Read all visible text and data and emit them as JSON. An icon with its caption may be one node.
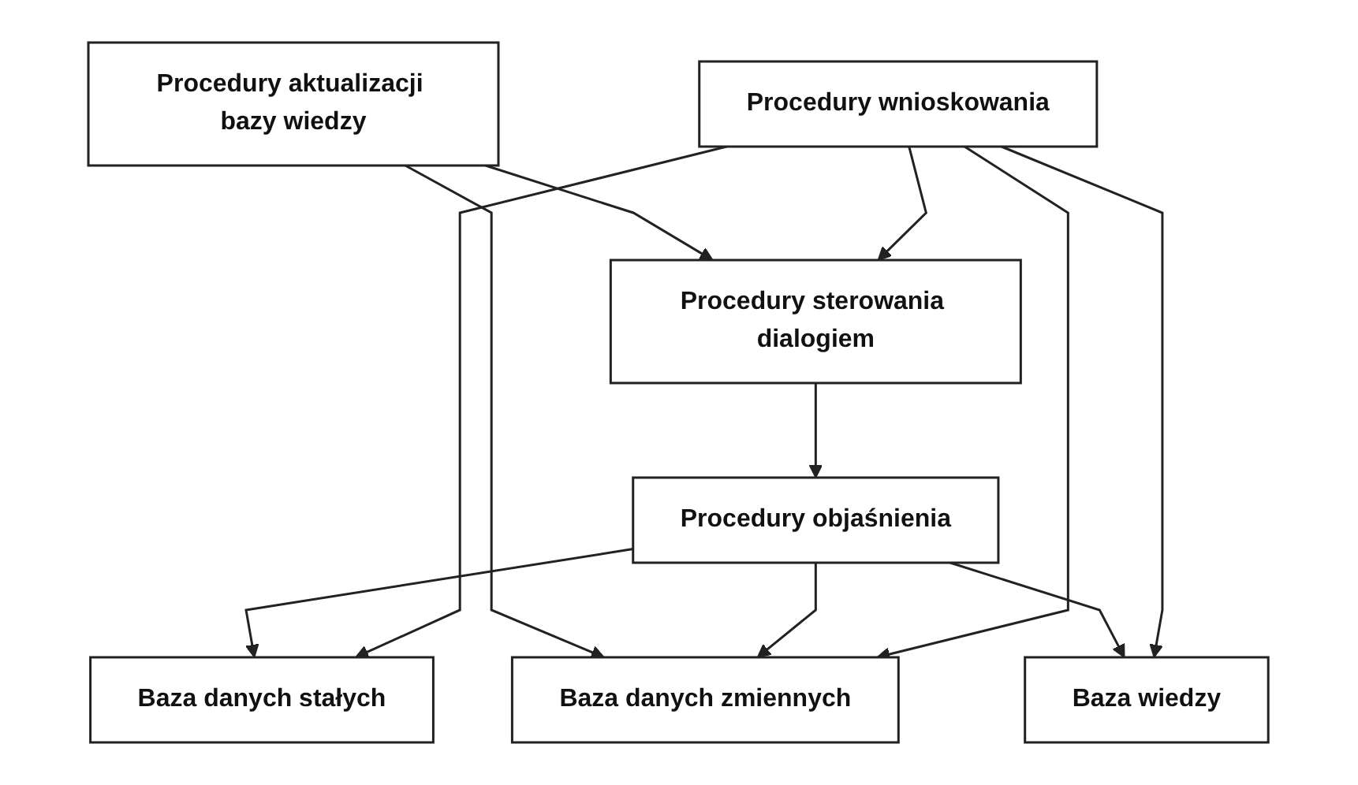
{
  "diagram": {
    "nodes": [
      {
        "text": [
          "Procedury wnioskowania"
        ]
      },
      {
        "text": [
          "Procedury sterowania dialogiem"
        ]
      },
      {
        "text": [
          "Procedury objaśnienia"
        ]
      },
      {
        "text": [
          "Baza danych zmiennych"
        ]
      },
      {
        "text": [
          "Baza danych stałych"
        ]
      },
      {
        "text": [
          "Baza wiedzy"
        ]
      },
      {
        "text": [
          "Procedury aktualizacji bazy wiedzy"
        ]
      }
    ],
    "edges": [
      {
        "from": 0,
        "to": 1,
        "arrow": "to"
      },
      {
        "from": 1,
        "to": 2,
        "arrow": "to"
      },
      {
        "from": 0,
        "to": 3,
        "arrow": "to"
      },
      {
        "from": 0,
        "to": 4,
        "arrow": "to"
      },
      {
        "from": 0,
        "to": 5,
        "arrow": "to"
      },
      {
        "from": 2,
        "to": 3,
        "arrow": "to"
      },
      {
        "from": 2,
        "to": 4,
        "arrow": "to"
      },
      {
        "from": 2,
        "to": 5,
        "arrow": "to"
      },
      {
        "from": 6,
        "to": 3,
        "arrow": "to"
      },
      {
        "from": 6,
        "to": 1,
        "arrow": "to"
      }
    ]
  }
}
